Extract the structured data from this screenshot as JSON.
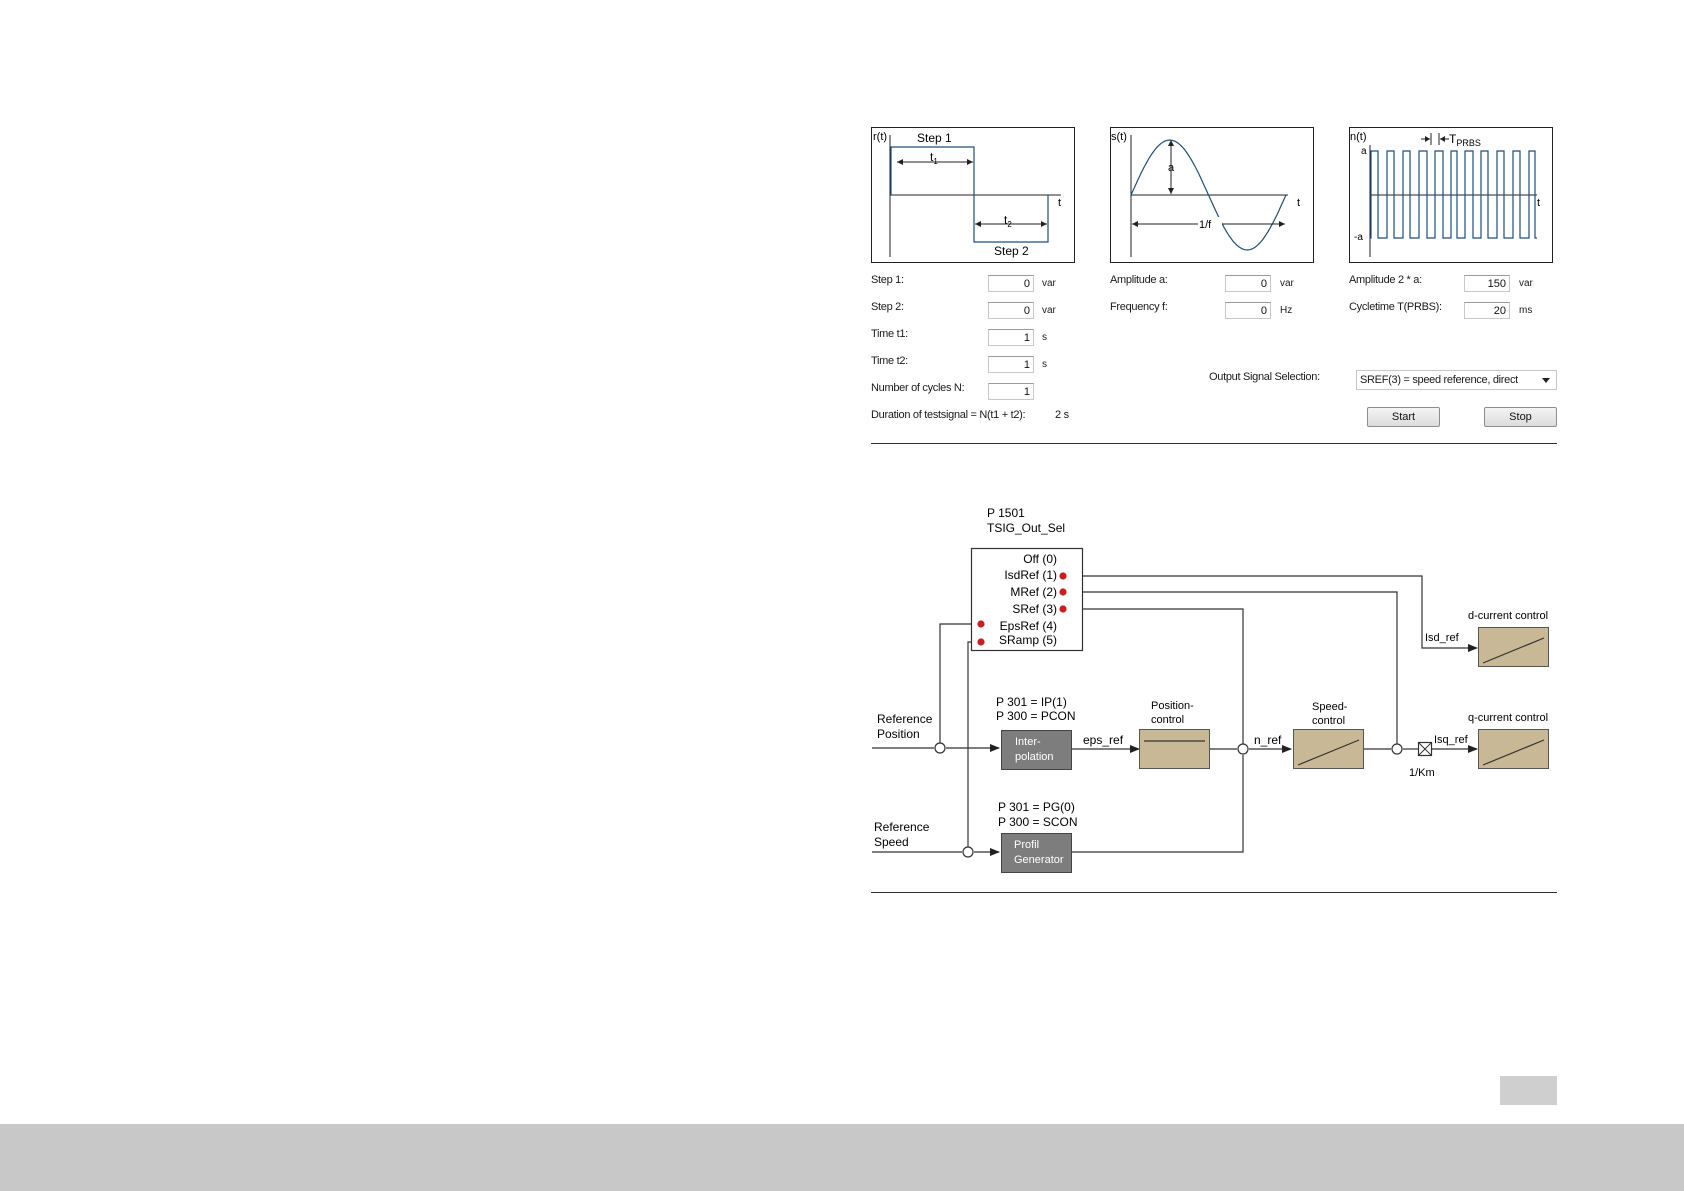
{
  "graphs": {
    "step": {
      "r_axis": "r(t)",
      "step1": "Step 1",
      "t1": "t",
      "t1_sub": "1",
      "t2": "t",
      "t2_sub": "2",
      "step2": "Step 2",
      "t_axis": "t"
    },
    "sine": {
      "s_axis": "s(t)",
      "a": "a",
      "one_over_f": "1/f",
      "t_axis": "t"
    },
    "prbs": {
      "n_axis": "n(t)",
      "a": "a",
      "neg_a": "-a",
      "t_prbs": "T",
      "t_prbs_sub": "PRBS",
      "t_axis": "t"
    }
  },
  "step_params": {
    "step1_label": "Step 1:",
    "step1_value": "0",
    "step1_unit": "var",
    "step2_label": "Step 2:",
    "step2_value": "0",
    "step2_unit": "var",
    "time1_label": "Time t1:",
    "time1_value": "1",
    "time1_unit": "s",
    "time2_label": "Time t2:",
    "time2_value": "1",
    "time2_unit": "s",
    "cycles_label": "Number of cycles N:",
    "cycles_value": "1",
    "duration_label": "Duration of testsignal = N(t1 + t2):",
    "duration_value": "2 s"
  },
  "sine_params": {
    "amplitude_label": "Amplitude a:",
    "amplitude_value": "0",
    "amplitude_unit": "var",
    "frequency_label": "Frequency f:",
    "frequency_value": "0",
    "frequency_unit": "Hz"
  },
  "prbs_params": {
    "amplitude_label": "Amplitude 2 * a:",
    "amplitude_value": "150",
    "amplitude_unit": "var",
    "cycletime_label": "Cycletime T(PRBS):",
    "cycletime_value": "20",
    "cycletime_unit": "ms"
  },
  "output": {
    "label": "Output Signal Selection:",
    "selected": "SREF(3) = speed reference, direct",
    "start_label": "Start",
    "stop_label": "Stop"
  },
  "diagram": {
    "param_id": "P 1501",
    "param_name": "TSIG_Out_Sel",
    "options": [
      "Off (0)",
      "IsdRef (1)",
      "MRef (2)",
      "SRef (3)",
      "EpsRef (4)",
      "SRamp (5)"
    ],
    "ref_position": [
      "Reference",
      "Position"
    ],
    "ref_speed": [
      "Reference",
      "Speed"
    ],
    "ip_params": [
      "P 301  = IP(1)",
      "P 300 = PCON"
    ],
    "pg_params": [
      "P 301  = PG(0)",
      "P 300 = SCON"
    ],
    "interpolation": [
      "Inter-",
      "polation"
    ],
    "profil": [
      "Profil",
      "Generator"
    ],
    "position_control": [
      "Position-",
      "control"
    ],
    "speed_control": [
      "Speed-",
      "control"
    ],
    "eps_ref": "eps_ref",
    "n_ref": "n_ref",
    "isd_ref": "Isd_ref",
    "isq_ref": "Isq_ref",
    "km": "1/Km",
    "d_control": "d-current control",
    "q_control": "q-current control"
  },
  "colors": {
    "signal_blue": "#1f4e79",
    "block_tan": "#c8b896",
    "block_grey": "#7d7d7d",
    "node_red": "#cc1e1e"
  }
}
